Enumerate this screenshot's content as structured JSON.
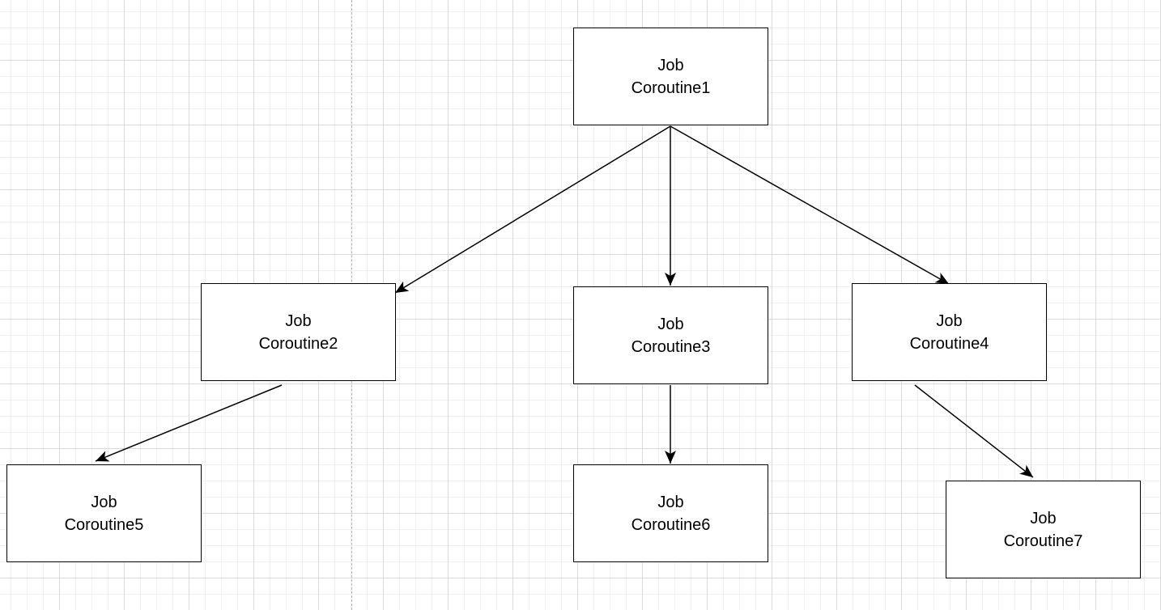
{
  "diagram": {
    "nodes": [
      {
        "id": "n1",
        "line1": "Job",
        "line2": "Coroutine1"
      },
      {
        "id": "n2",
        "line1": "Job",
        "line2": "Coroutine2"
      },
      {
        "id": "n3",
        "line1": "Job",
        "line2": "Coroutine3"
      },
      {
        "id": "n4",
        "line1": "Job",
        "line2": "Coroutine4"
      },
      {
        "id": "n5",
        "line1": "Job",
        "line2": "Coroutine5"
      },
      {
        "id": "n6",
        "line1": "Job",
        "line2": "Coroutine6"
      },
      {
        "id": "n7",
        "line1": "Job",
        "line2": "Coroutine7"
      }
    ],
    "edges": [
      {
        "from": "Coroutine1",
        "to": "Coroutine2"
      },
      {
        "from": "Coroutine1",
        "to": "Coroutine3"
      },
      {
        "from": "Coroutine1",
        "to": "Coroutine4"
      },
      {
        "from": "Coroutine2",
        "to": "Coroutine5"
      },
      {
        "from": "Coroutine3",
        "to": "Coroutine6"
      },
      {
        "from": "Coroutine4",
        "to": "Coroutine7"
      }
    ]
  },
  "colors": {
    "stroke": "#000000",
    "fill": "#ffffff",
    "grid": "#d9d9d9",
    "page_divider": "#b8b8b8"
  }
}
